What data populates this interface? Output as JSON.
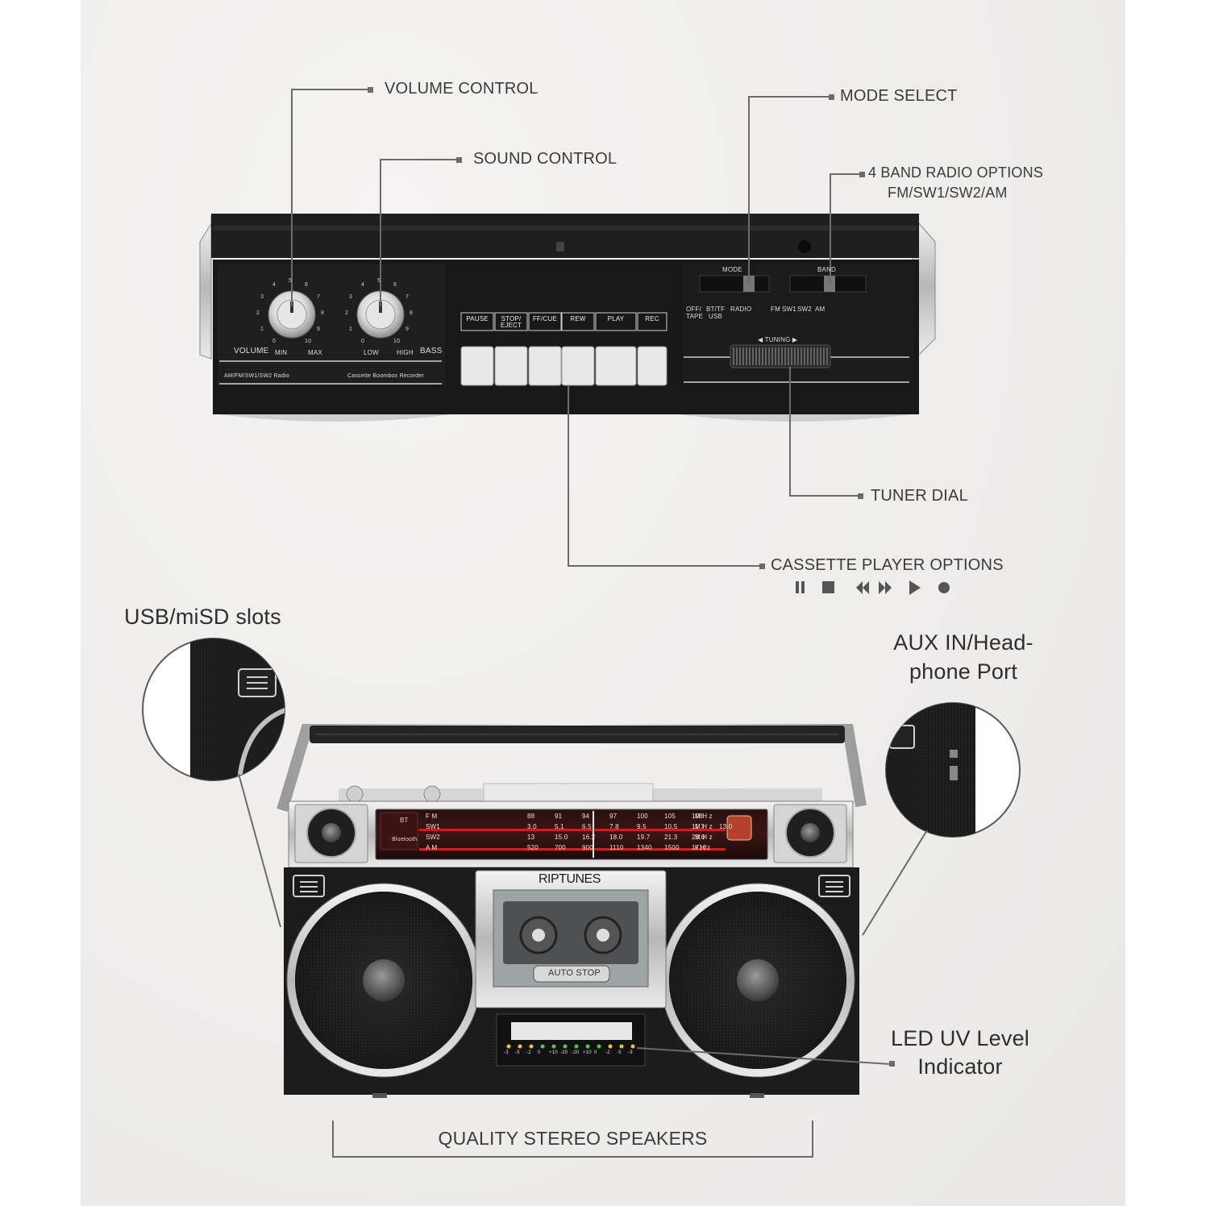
{
  "top_callouts": {
    "volume_control": "VOLUME CONTROL",
    "sound_control": "SOUND CONTROL",
    "mode_select": "MODE SELECT",
    "band_options_line1": "4 BAND RADIO OPTIONS",
    "band_options_line2": "FM/SW1/SW2/AM",
    "tuner_dial": "TUNER DIAL",
    "cassette_options": "CASSETTE PLAYER OPTIONS"
  },
  "side_callouts": {
    "usb_slots": "USB/miSD slots",
    "aux_line1": "AUX IN/Head-",
    "aux_line2": "phone Port",
    "led_line1": "LED UV Level",
    "led_line2": "Indicator",
    "speakers": "QUALITY STEREO SPEAKERS"
  },
  "top_panel": {
    "volume_label": "VOLUME",
    "min_label": "MIN",
    "max_label": "MAX",
    "low_label": "LOW",
    "high_label": "HIGH",
    "bass_label": "BASS",
    "radio_text": "AM/FM/SW1/SW2 Radio",
    "recorder_text": "Cassette Boombox Recorder",
    "mode_label": "MODE",
    "band_label": "BAND",
    "tuning_label": "◀ TUNING ▶",
    "mode_opt1": "OFF/",
    "mode_opt1b": "TAPE",
    "mode_opt2": "BT/TF",
    "mode_opt2b": "USB",
    "mode_opt3": "RADIO",
    "band_fm": "FM",
    "band_sw1": "SW1",
    "band_sw2": "SW2",
    "band_am": "AM",
    "keys": [
      "PAUSE",
      "STOP/ EJECT",
      "FF/CUE",
      "REW",
      "PLAY",
      "REC"
    ],
    "knob_numbers": [
      "0",
      "1",
      "2",
      "3",
      "4",
      "5",
      "6",
      "7",
      "8",
      "9",
      "10"
    ]
  },
  "boombox": {
    "brand": "RIPTUNES",
    "auto_stop": "AUTO STOP",
    "bt_label": "BT",
    "bluetooth_label": "Bluetooth",
    "fm_row": [
      "F M",
      "88",
      "91",
      "94",
      "97",
      "100",
      "105",
      "108"
    ],
    "sw1_row": [
      "SW1",
      "3.0",
      "5.1",
      "6.5",
      "7.8",
      "9.5",
      "10.5",
      "11.7",
      "13.0"
    ],
    "sw2_row": [
      "SW2",
      "13",
      "15.0",
      "16.2",
      "18.0",
      "19.7",
      "21.3",
      "23.0"
    ],
    "am_row": [
      "A M",
      "520",
      "700",
      "900",
      "1110",
      "1340",
      "1500",
      "1710"
    ],
    "mhz": [
      "M H z",
      "M H z",
      "M H z",
      "k H z"
    ],
    "led_scale": [
      "-3",
      "-5",
      "-2",
      "0",
      "+10",
      "-20",
      "-20",
      "+10",
      "0",
      "-2",
      "-5",
      "-3"
    ]
  },
  "icons": [
    "pause-icon",
    "stop-icon",
    "rewind-icon",
    "fast-forward-icon",
    "play-icon",
    "record-icon"
  ],
  "colors": {
    "dial_red": "#c8201c",
    "body_black": "#1a1a1a",
    "chrome": "#c9c9c9",
    "callout_gray": "#6b6b6b"
  }
}
